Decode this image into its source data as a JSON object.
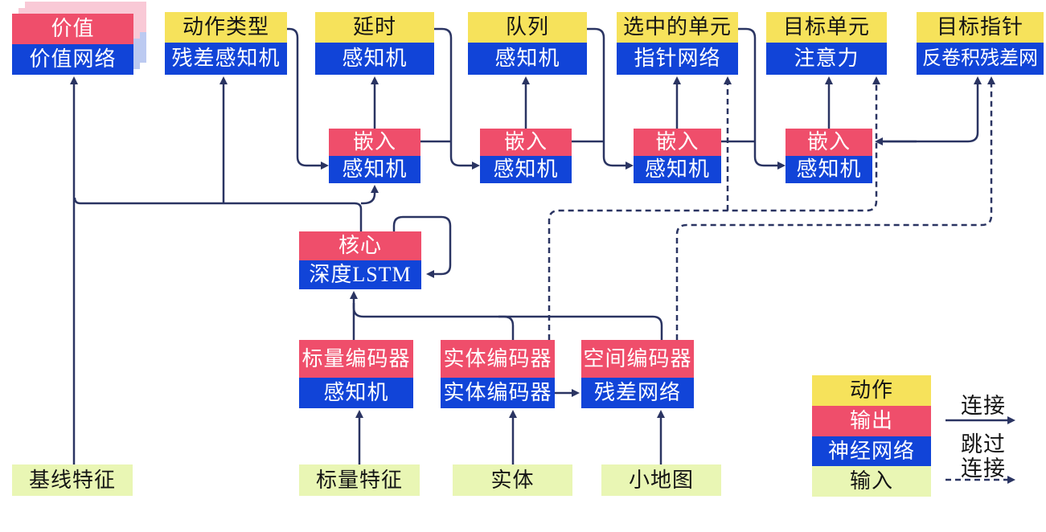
{
  "palette": {
    "action_yellow": "#F6E25B",
    "output_red": "#EF4E6B",
    "network_blue": "#1144D8",
    "input_green": "#E9F6B4",
    "wire_navy": "#2A3462",
    "value_shadow_pink": "#F9C9D6",
    "value_shadow_blue": "#BCCAF1"
  },
  "nodes": {
    "value": {
      "output": "价值",
      "network": "价值网络"
    },
    "action_type": {
      "action": "动作类型",
      "network": "残差感知机"
    },
    "delay": {
      "action": "延时",
      "network": "感知机"
    },
    "queue": {
      "action": "队列",
      "network": "感知机"
    },
    "selected_units": {
      "action": "选中的单元",
      "network": "指针网络"
    },
    "target_unit": {
      "action": "目标单元",
      "network": "注意力"
    },
    "target_point": {
      "action": "目标指针",
      "network": "反卷积残差网"
    },
    "embed_1": {
      "output": "嵌入",
      "network": "感知机"
    },
    "embed_2": {
      "output": "嵌入",
      "network": "感知机"
    },
    "embed_3": {
      "output": "嵌入",
      "network": "感知机"
    },
    "embed_4": {
      "output": "嵌入",
      "network": "感知机"
    },
    "core": {
      "output": "核心",
      "network": "深度LSTM"
    },
    "scalar_encoder": {
      "output": "标量编码器",
      "network": "感知机"
    },
    "entity_encoder": {
      "output": "实体编码器",
      "network": "实体编码器"
    },
    "spatial_encoder": {
      "output": "空间编码器",
      "network": "残差网络"
    },
    "baseline_features": {
      "input": "基线特征"
    },
    "scalar_features": {
      "input": "标量特征"
    },
    "entities": {
      "input": "实体"
    },
    "minimap": {
      "input": "小地图"
    }
  },
  "legend": {
    "action_label": "动作",
    "output_label": "输出",
    "network_label": "神经网络",
    "input_label": "输入",
    "connection_label": "连接",
    "skip_label_line1": "跳过",
    "skip_label_line2": "连接"
  }
}
